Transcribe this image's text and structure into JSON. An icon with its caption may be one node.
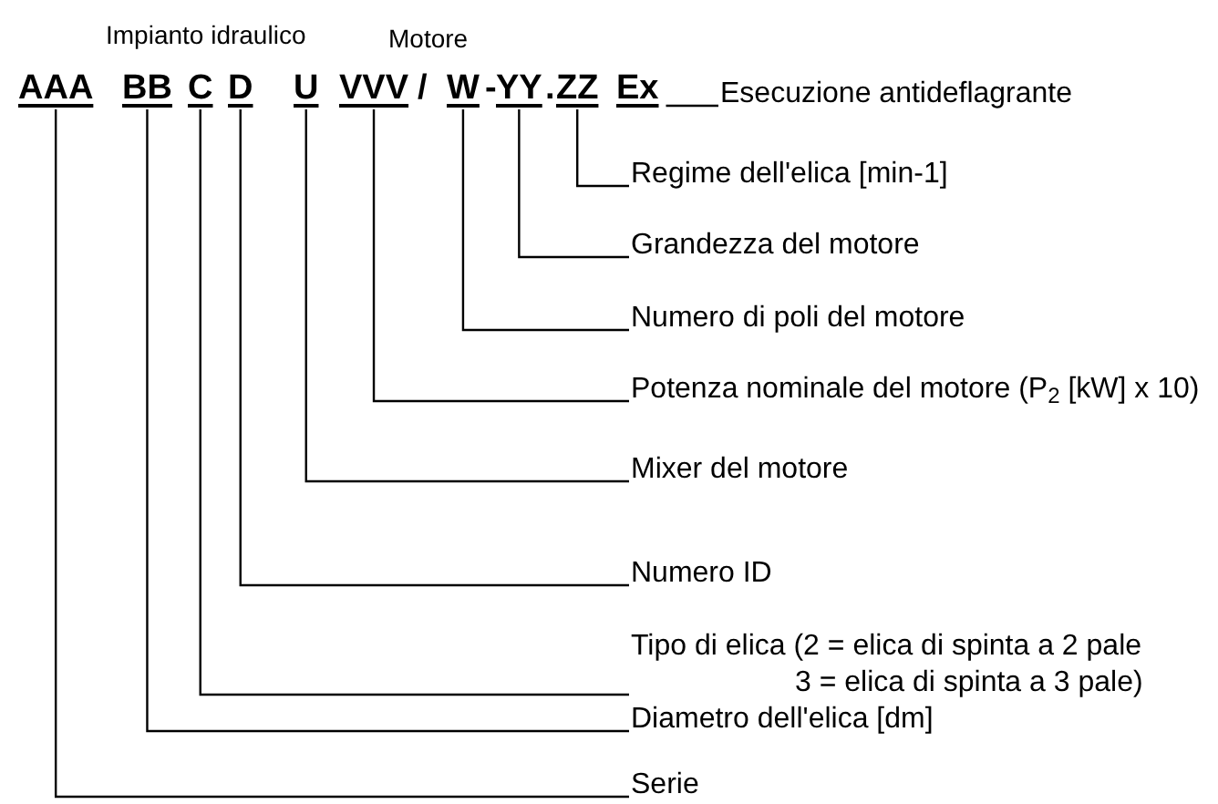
{
  "diagram": {
    "nodes": [
      {
        "text": [
          "AAA"
        ]
      },
      {
        "text": [
          "BB"
        ]
      },
      {
        "text": [
          "C"
        ]
      },
      {
        "text": [
          "D"
        ]
      },
      {
        "text": [
          "U"
        ]
      },
      {
        "text": [
          "VVV"
        ]
      },
      {
        "text": [
          "W"
        ]
      },
      {
        "text": [
          "YY"
        ]
      },
      {
        "text": [
          "ZZ"
        ]
      },
      {
        "text": [
          "Ex"
        ]
      },
      {
        "text": [
          "Esecuzione antideflagrante"
        ]
      },
      {
        "text": [
          "Regime dell'elica [min-1]"
        ]
      },
      {
        "text": [
          "Grandezza del motore"
        ]
      },
      {
        "text": [
          "Numero di poli del motore"
        ]
      },
      {
        "text": [
          "Potenza nominale del motore (P$_{2}$ [kW] x 10)"
        ]
      },
      {
        "text": [
          "Mixer del motore"
        ]
      },
      {
        "text": [
          "Numero ID"
        ]
      },
      {
        "text": [
          "Tipo di elica (2 = elica di spinta a 2 pale 3 = elica di spinta a 3 pale)"
        ]
      },
      {
        "text": [
          "Diametro dell'elica [dm]"
        ]
      },
      {
        "text": [
          "Serie"
        ]
      }
    ],
    "edges": [
      {
        "from": 9,
        "to": 10,
        "arrow": "none"
      },
      {
        "from": 8,
        "to": 11,
        "arrow": "none"
      },
      {
        "from": 7,
        "to": 12,
        "arrow": "none"
      },
      {
        "from": 6,
        "to": 13,
        "arrow": "none"
      },
      {
        "from": 5,
        "to": 14,
        "arrow": "none"
      },
      {
        "from": 4,
        "to": 15,
        "arrow": "none"
      },
      {
        "from": 3,
        "to": 16,
        "arrow": "none"
      },
      {
        "from": 2,
        "to": 17,
        "arrow": "none"
      },
      {
        "from": 1,
        "to": 18,
        "arrow": "none"
      },
      {
        "from": 0,
        "to": 19,
        "arrow": "none"
      }
    ],
    "labels": [
      "Impianto idraulico",
      "Motore",
      "/",
      "-",
      "."
    ]
  }
}
